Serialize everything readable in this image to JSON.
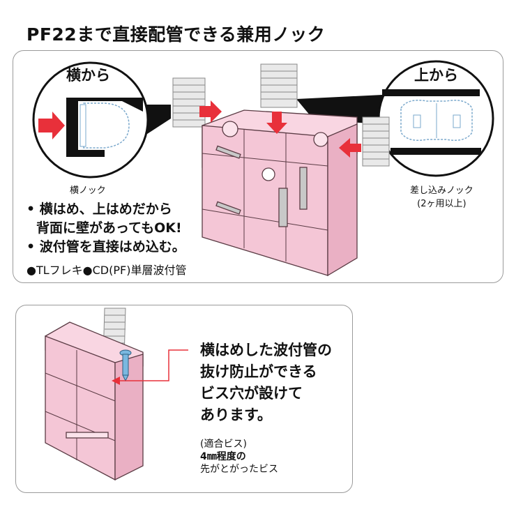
{
  "title": "PF22まで直接配管できる兼用ノック",
  "top_panel": {
    "left_circle_title": "横から",
    "right_circle_title": "上から",
    "left_caption": "横ノック",
    "right_caption_line1": "差し込みノック",
    "right_caption_line2": "(2ヶ用以上)",
    "bullets": [
      "• 横はめ、上はめだから",
      "背面に壁があってもOK!",
      "• 波付管を直接はめ込む。"
    ],
    "compat_line": "●TLフレキ●CD(PF)単層波付管"
  },
  "bottom_panel": {
    "desc_lines": [
      "横はめした波付管の",
      "抜け防止ができる",
      "ビス穴が設けて",
      "あります。"
    ],
    "screw_lines": [
      "(適合ビス)",
      "4㎜程度の",
      "先がとがったビス"
    ]
  },
  "colors": {
    "box_pink": "#f4c6d6",
    "box_outline": "#5a3b44",
    "arrow_red": "#e8303a",
    "screw_blue": "#7ab8e0",
    "panel_border": "#9a9a9a"
  }
}
